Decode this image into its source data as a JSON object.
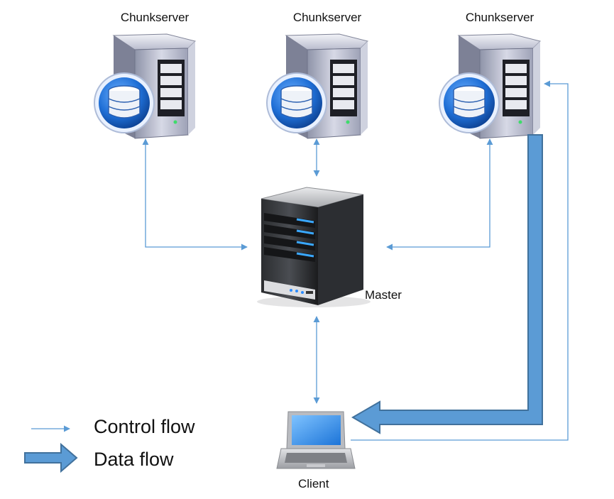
{
  "chunkservers": [
    {
      "label": "Chunkserver"
    },
    {
      "label": "Chunkserver"
    },
    {
      "label": "Chunkserver"
    }
  ],
  "master": {
    "label": "Master"
  },
  "client": {
    "label": "Client"
  },
  "legend": {
    "control_flow": "Control flow",
    "data_flow": "Data flow"
  },
  "colors": {
    "control_arrow": "#5B9BD5",
    "data_arrow_fill": "#5B9BD5",
    "data_arrow_stroke": "#41719C"
  }
}
